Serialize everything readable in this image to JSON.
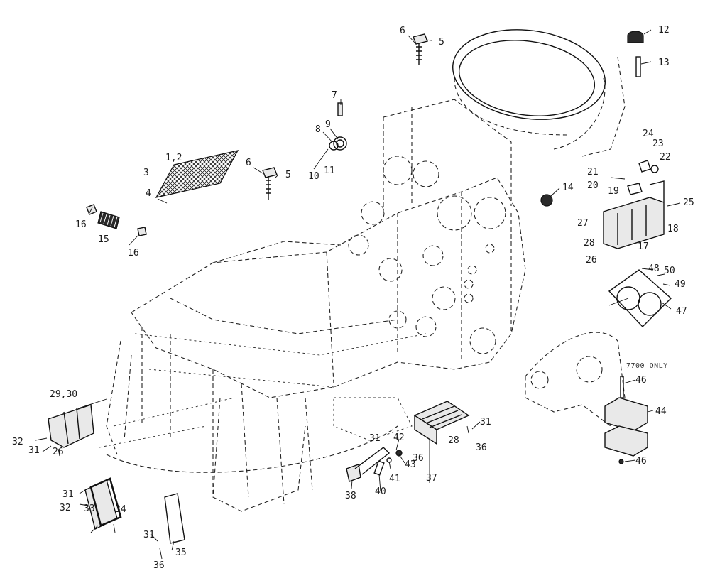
{
  "note": "7700 ONLY",
  "callouts": [
    "1,2",
    "3",
    "4",
    "5",
    "5",
    "6",
    "6",
    "7",
    "8",
    "9",
    "10",
    "11",
    "12",
    "13",
    "14",
    "15",
    "16",
    "16",
    "17",
    "18",
    "19",
    "20",
    "21",
    "22",
    "23",
    "24",
    "25",
    "26",
    "26",
    "27",
    "28",
    "28",
    "29,30",
    "31",
    "31",
    "31",
    "31",
    "31",
    "32",
    "32",
    "33",
    "34",
    "35",
    "36",
    "36",
    "36",
    "37",
    "38",
    "40",
    "41",
    "42",
    "43",
    "44",
    "46",
    "46",
    "47",
    "48",
    "49",
    "50"
  ]
}
